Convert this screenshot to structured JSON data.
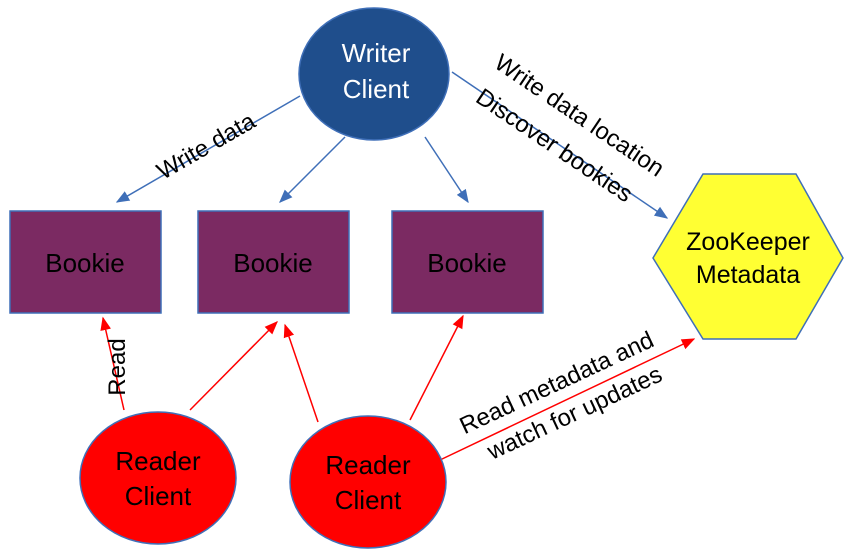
{
  "nodes": {
    "writer": {
      "line1": "Writer",
      "line2": "Client"
    },
    "bookie_1": {
      "label": "Bookie"
    },
    "bookie_2": {
      "label": "Bookie"
    },
    "bookie_3": {
      "label": "Bookie"
    },
    "zookeeper": {
      "line1": "ZooKeeper",
      "line2": "Metadata"
    },
    "reader_1": {
      "line1": "Reader",
      "line2": "Client"
    },
    "reader_2": {
      "line1": "Reader",
      "line2": "Client"
    }
  },
  "edge_labels": {
    "write_data": "Write data",
    "write_data_location": "Write data location",
    "discover_bookies": "Discover bookies",
    "read": "Read",
    "read_metadata_1": "Read metadata and",
    "read_metadata_2": "watch for updates"
  },
  "colors": {
    "writer_fill": "#1f4e8c",
    "bookie_fill": "#7b2a62",
    "zookeeper_fill": "#ffff33",
    "reader_fill": "#ff0000",
    "write_arrow": "#3f6fb8",
    "read_arrow": "#ff0000"
  }
}
